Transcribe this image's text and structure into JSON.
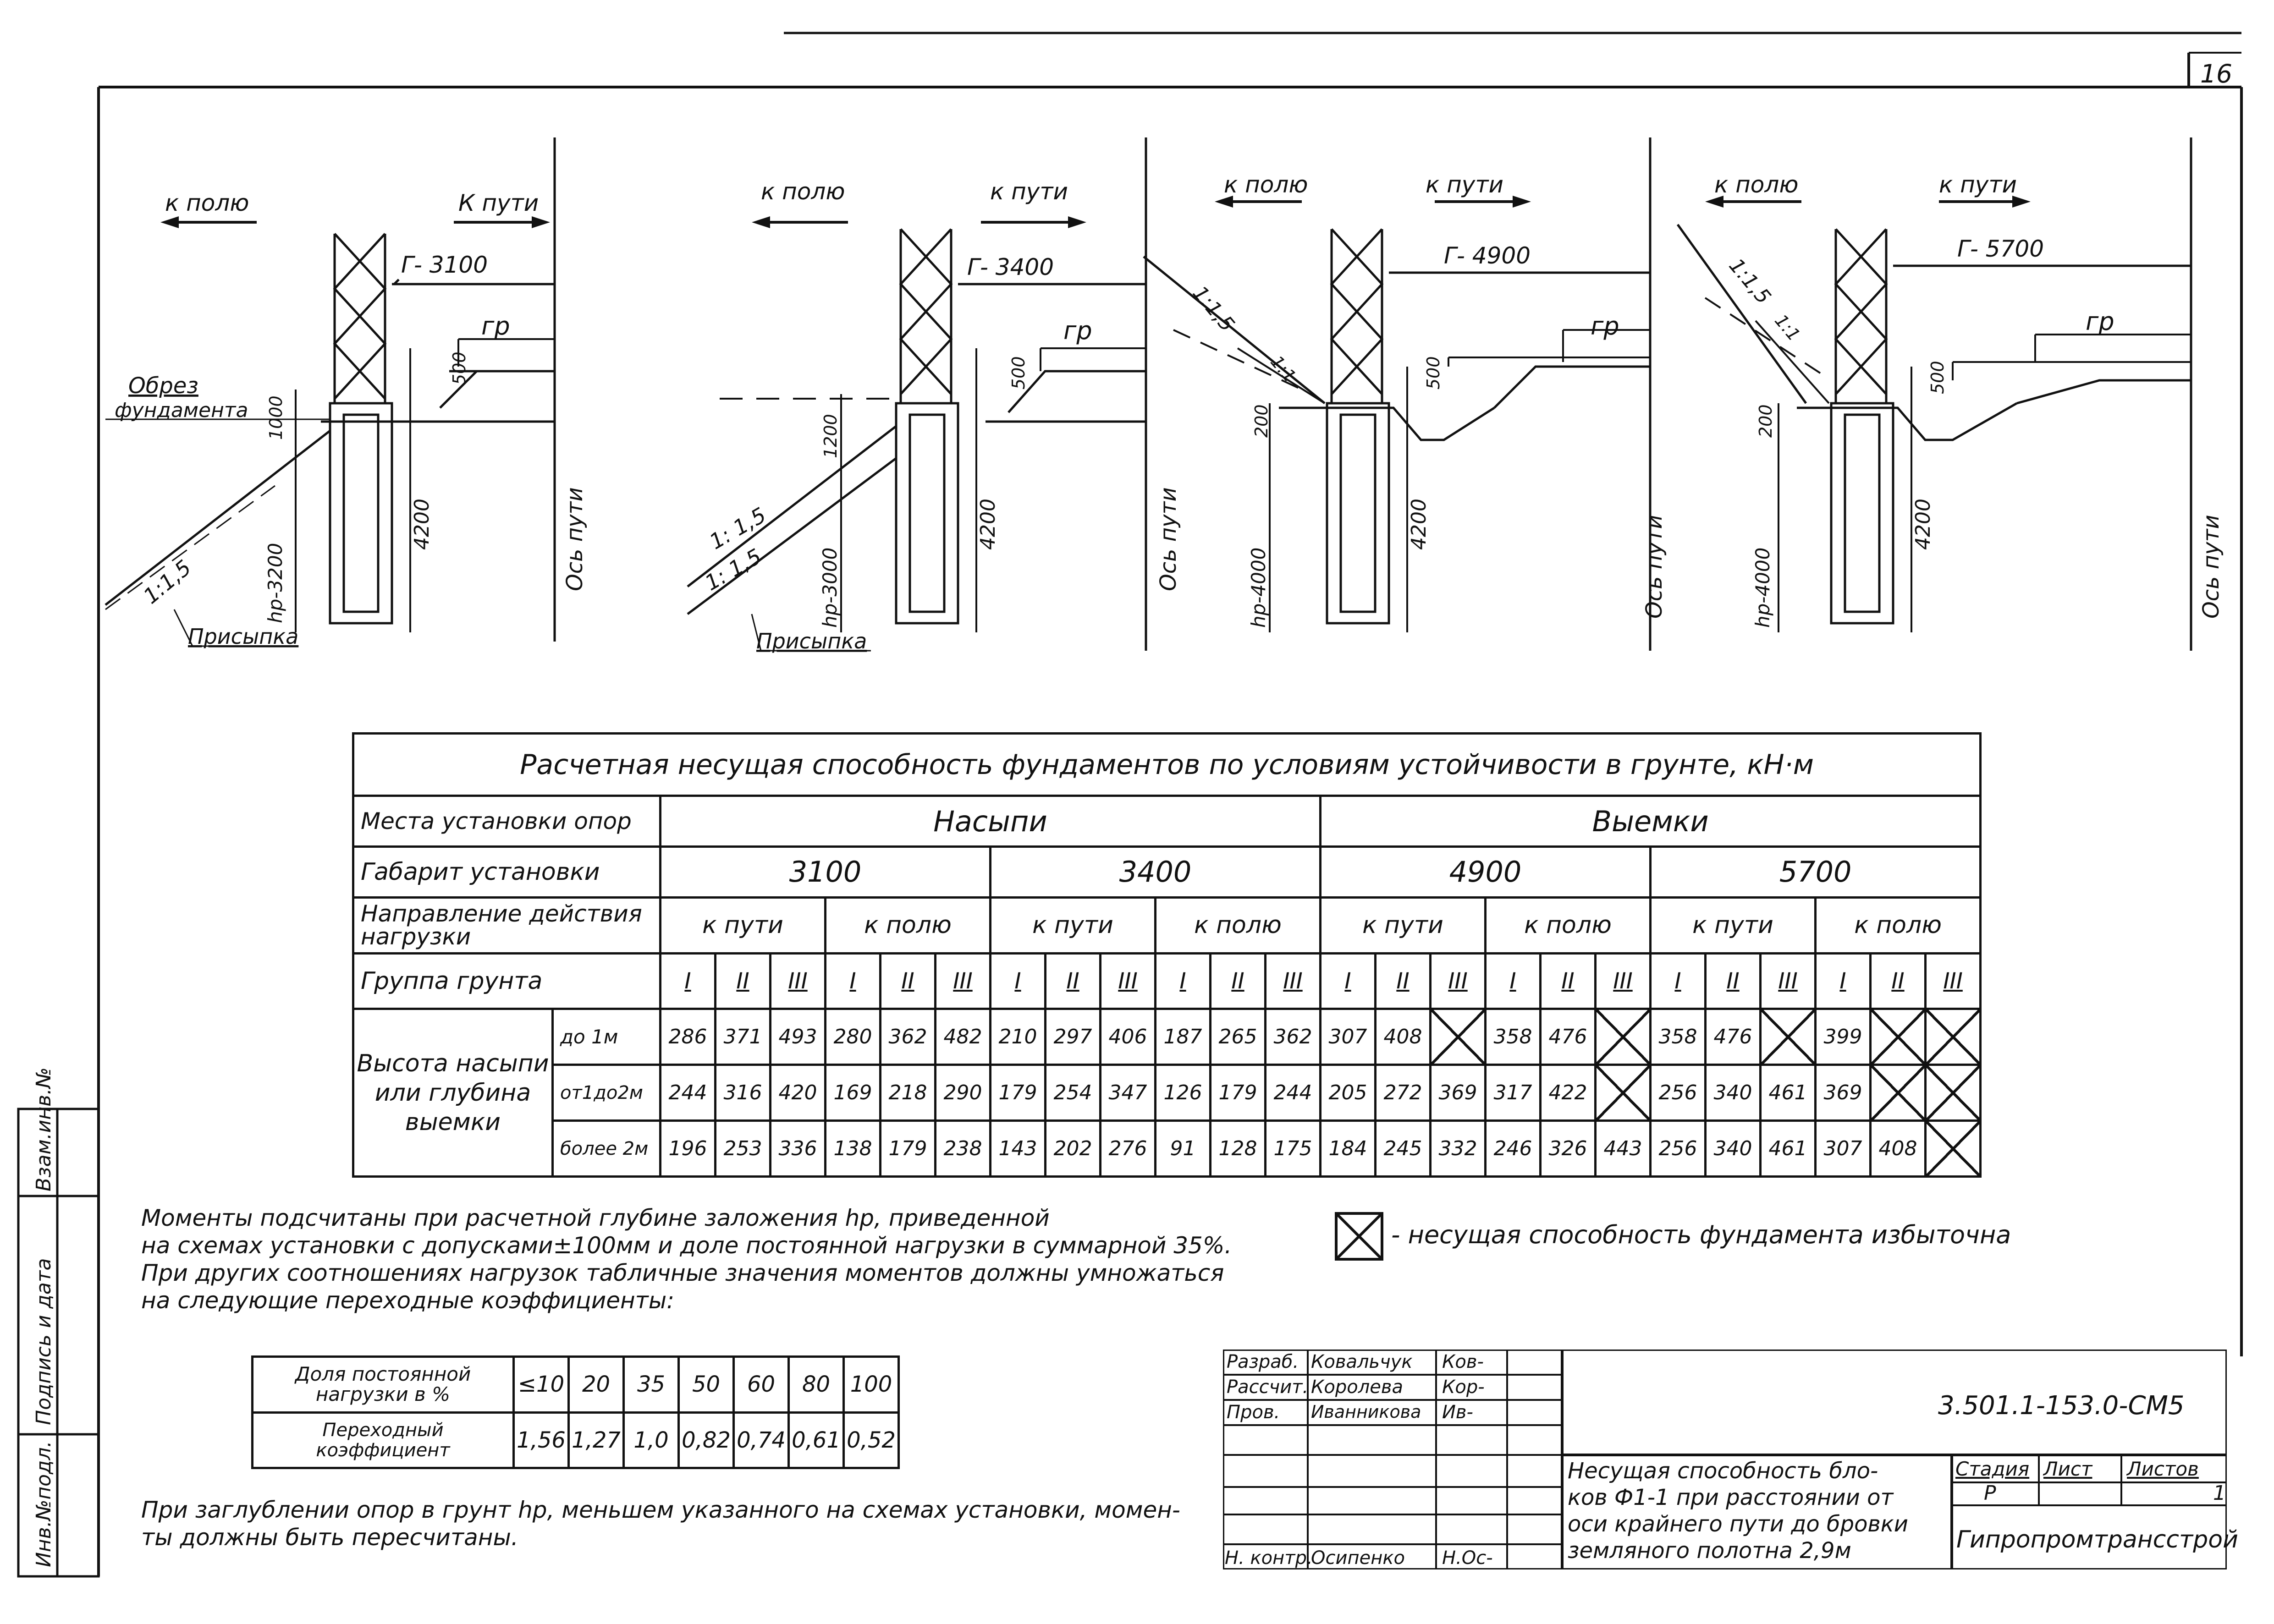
{
  "sheet": {
    "page_number": "16"
  },
  "diagrams": [
    {
      "to_field": "к полю",
      "to_track": "К пути",
      "gabarit": "Г- 3100",
      "gr": "гр",
      "h500": "500",
      "h_top": "1000",
      "h_main": "4200",
      "hp": "hр-3200",
      "slope1": "1:1,5",
      "foundation_label_1": "Обрез",
      "foundation_label_2": "фундамента",
      "fill_label": "Присыпка",
      "axis_label": "Ось пути"
    },
    {
      "to_field": "к полю",
      "to_track": "к пути",
      "gabarit": "Г- 3400",
      "gr": "гр",
      "h500": "500",
      "h_top": "1200",
      "h_main": "4200",
      "hp": "hр-3000",
      "slope1": "1: 1,5",
      "slope2": "1: 1,5",
      "fill_label": "Присыпка",
      "axis_label": "Ось пути"
    },
    {
      "to_field": "к полю",
      "to_track": "к пути",
      "gabarit": "Г- 4900",
      "gr": "гр",
      "h500": "500",
      "h_top": "200",
      "h_main": "4200",
      "hp": "hр-4000",
      "slope1": "1:1,5",
      "slope2": "1:1",
      "axis_label": "Ось пути"
    },
    {
      "to_field": "к полю",
      "to_track": "к пути",
      "gabarit": "Г- 5700",
      "gr": "гр",
      "h500": "500",
      "h_top": "200",
      "h_main": "4200",
      "hp": "hр-4000",
      "slope1": "1:1,5",
      "slope2": "1:1",
      "axis_label": "Ось пути"
    }
  ],
  "capacity_table": {
    "title": "Расчетная   несущая способность фундаментов по условиям устойчивости в грунте, кН·м",
    "row_places": "Места установки опор",
    "group_fill": "Насыпи",
    "group_cut": "Выемки",
    "row_gabarit": "Габарит установки",
    "gabarits": [
      "3100",
      "3400",
      "4900",
      "5700"
    ],
    "row_direction": "Направление действия нагрузки",
    "dir_track": "к пути",
    "dir_field": "к полю",
    "row_soil": "Группа грунта",
    "soil_groups": [
      "I",
      "II",
      "III"
    ],
    "height_label": "Высота насыпи или глубина выемки",
    "rows": [
      {
        "label": "до 1м",
        "cells": [
          "286",
          "371",
          "493",
          "280",
          "362",
          "482",
          "210",
          "297",
          "406",
          "187",
          "265",
          "362",
          "307",
          "408",
          "X",
          "358",
          "476",
          "X",
          "358",
          "476",
          "X",
          "399",
          "X",
          "X"
        ]
      },
      {
        "label": "от1до2м",
        "cells": [
          "244",
          "316",
          "420",
          "169",
          "218",
          "290",
          "179",
          "254",
          "347",
          "126",
          "179",
          "244",
          "205",
          "272",
          "369",
          "317",
          "422",
          "X",
          "256",
          "340",
          "461",
          "369",
          "X",
          "X"
        ]
      },
      {
        "label": "более 2м",
        "cells": [
          "196",
          "253",
          "336",
          "138",
          "179",
          "238",
          "143",
          "202",
          "276",
          "91",
          "128",
          "175",
          "184",
          "245",
          "332",
          "246",
          "326",
          "443",
          "256",
          "340",
          "461",
          "307",
          "408",
          "X"
        ]
      }
    ]
  },
  "notes": {
    "moments_lines": [
      "Моменты подсчитаны при расчетной глубине заложения hр, приведенной",
      "на схемах установки с допусками±100мм и доле постоянной нагрузки в суммарной 35%.",
      "При других соотношениях нагрузок табличные значения моментов должны умножаться",
      "на следующие переходные коэффициенты:"
    ],
    "legend_text": "- несущая способность фундамента избыточна",
    "burial_lines": [
      "При заглублении опор в грунт hр, меньшем указанного на схемах установки, момен-",
      "ты должны быть пересчитаны."
    ]
  },
  "coefficient_table": {
    "share_label": "Доля постоянной нагрузки в %",
    "share_values": [
      "≤10",
      "20",
      "35",
      "50",
      "60",
      "80",
      "100"
    ],
    "coef_label": "Переходный коэффициент",
    "coef_values": [
      "1,56",
      "1,27",
      "1,0",
      "0,82",
      "0,74",
      "0,61",
      "0,52"
    ]
  },
  "title_block": {
    "doc_code": "3.501.1-153.0-СМ5",
    "signers": [
      {
        "role": "Разраб.",
        "name": "Ковальчук",
        "sign": "Ков-"
      },
      {
        "role": "Рассчит.",
        "name": "Королева",
        "sign": "Кор-"
      },
      {
        "role": "Пров.",
        "name": "Иванникова",
        "sign": "Ив-"
      },
      {
        "role": "Н. контр.",
        "name": "Осипенко",
        "sign": "Н.Ос-"
      }
    ],
    "description_lines": [
      "Несущая способность бло-",
      "ков Ф1-1 при расстоянии от",
      "оси крайнего пути до бровки",
      "земляного полотна 2,9м"
    ],
    "stage_label": "Стадия",
    "sheet_label": "Лист",
    "sheets_label": "Листов",
    "stage_value": "Р",
    "sheets_value": "1",
    "organization": "Гипропромтрансстрой"
  },
  "side_stamp": {
    "cells": [
      "Инв.№подл.",
      "Подпись и дата",
      "Взам.инв.№"
    ]
  }
}
